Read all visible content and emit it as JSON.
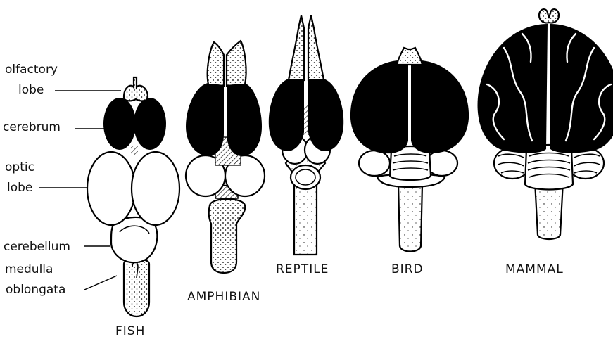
{
  "labels": {
    "olfactory_1": "olfactory",
    "olfactory_2": "lobe",
    "cerebrum": "cerebrum",
    "optic_1": "optic",
    "optic_2": "lobe",
    "cerebellum": "cerebellum",
    "medulla_1": "medulla",
    "medulla_2": "oblongata"
  },
  "captions": {
    "fish": "FISH",
    "amphibian": "AMPHIBIAN",
    "reptile": "REPTILE",
    "bird": "BIRD",
    "mammal": "MAMMAL"
  }
}
